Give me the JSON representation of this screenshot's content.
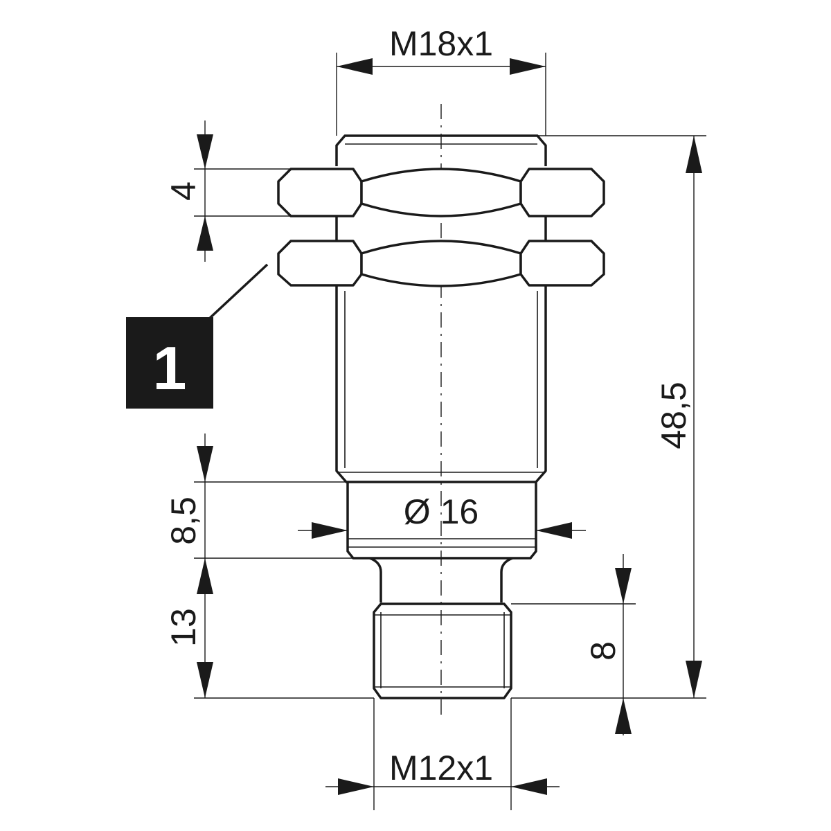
{
  "drawing": {
    "callout": {
      "number": "1"
    },
    "dimensions": {
      "thread_top": "M18x1",
      "nut_thickness": "4",
      "overall_length": "48,5",
      "flange_length": "8,5",
      "flange_diameter": "Ø 16",
      "connector_length": "13",
      "connector_thread_length": "8",
      "thread_bottom": "M12x1"
    }
  }
}
